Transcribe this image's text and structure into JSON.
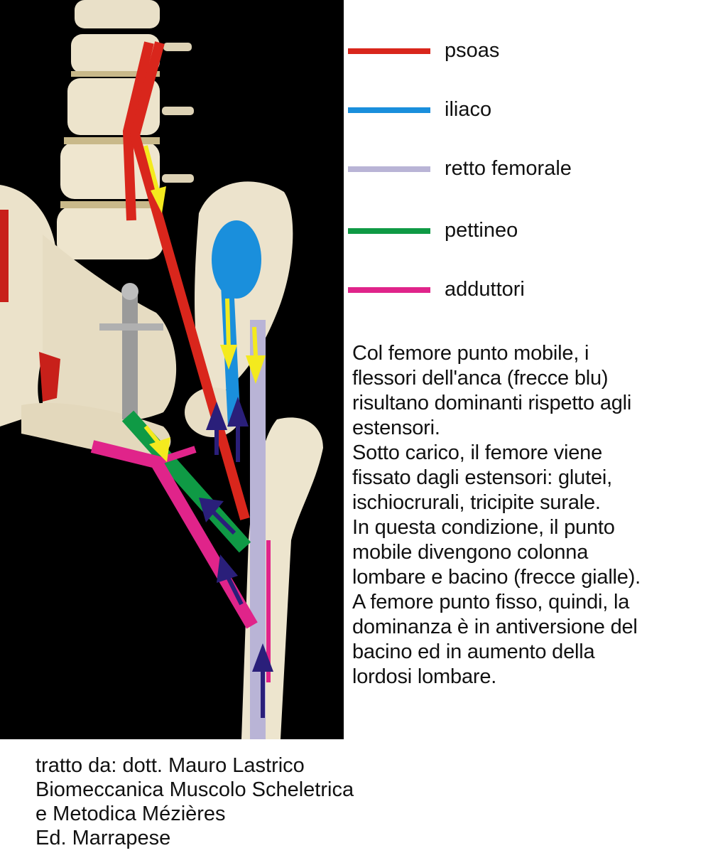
{
  "legend": [
    {
      "label": "psoas",
      "color": "#d9261c"
    },
    {
      "label": "iliaco",
      "color": "#1a8fdc"
    },
    {
      "label": "retto femorale",
      "color": "#b9b4d6"
    },
    {
      "label": "pettineo",
      "color": "#0f9a45"
    },
    {
      "label": "adduttori",
      "color": "#e0248a"
    }
  ],
  "description_lines": [
    "Col femore punto mobile, i",
    "flessori dell'anca (frecce blu)",
    "risultano dominanti rispetto agli",
    "estensori.",
    "Sotto carico, il femore viene",
    "fissato dagli estensori: glutei,",
    "ischiocrurali, tricipite surale.",
    "In questa condizione, il punto",
    "mobile divengono colonna",
    "lombare e bacino (frecce gialle).",
    "A femore punto fisso, quindi, la",
    "dominanza è in antiversione del",
    "bacino ed in aumento della",
    "lordosi lombare."
  ],
  "credit_lines": [
    "tratto da: dott. Mauro Lastrico",
    "Biomeccanica Muscolo Scheletrica",
    "e Metodica Mézières",
    "Ed. Marrapese"
  ],
  "arrow_colors": {
    "yellow": "#f4ea1e",
    "navy": "#2a1f7a"
  }
}
